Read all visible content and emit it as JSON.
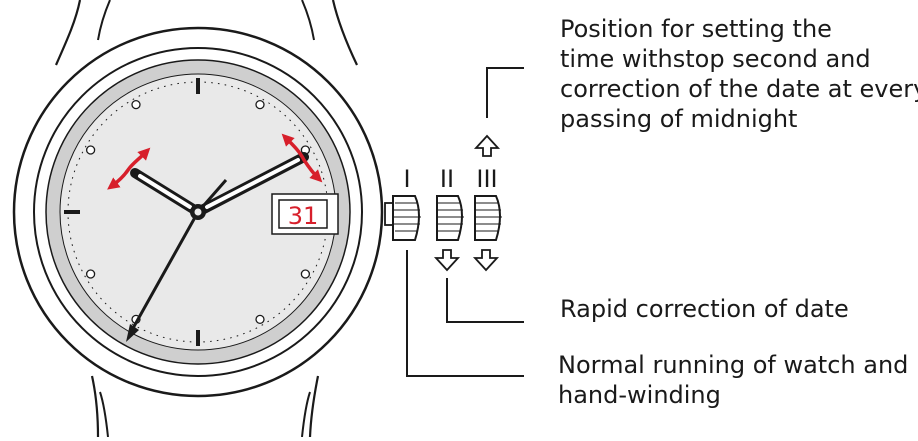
{
  "dial": {
    "date_window": "31"
  },
  "crown_positions": [
    {
      "numeral": "I"
    },
    {
      "numeral": "II"
    },
    {
      "numeral": "III"
    }
  ],
  "callouts": {
    "third": {
      "lines": [
        "Position for setting the",
        "time withstop second and",
        "correction of the date at every",
        "passing of midnight"
      ]
    },
    "second": {
      "lines": [
        "Rapid correction of date"
      ]
    },
    "first": {
      "lines": [
        "Normal running of watch and",
        "hand-winding"
      ]
    }
  },
  "colors": {
    "line": "#1a1a1a",
    "accent": "#d71f2b",
    "dial_face": "#e9e9e9",
    "chapter_ring": "#cfcfcf"
  }
}
